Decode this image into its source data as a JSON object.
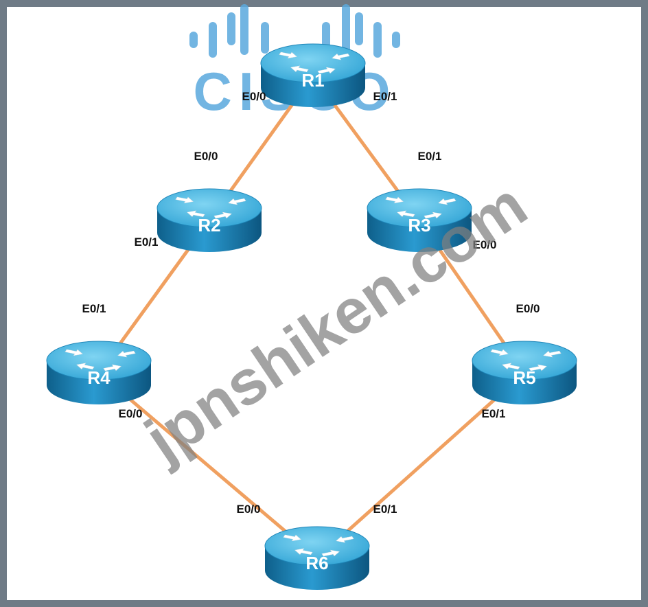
{
  "diagram": {
    "logo_text": "CISCO",
    "watermark_text": "jpnshiken.com",
    "colors": {
      "frame": "#6f7b86",
      "link": "#f0a060",
      "router_top": "#3fb4e0",
      "router_side": "#1a7fb0",
      "logo": "#5aa9dd",
      "watermark": "#7f7f7f"
    },
    "routers": [
      {
        "id": "r1",
        "name": "R1"
      },
      {
        "id": "r2",
        "name": "R2"
      },
      {
        "id": "r3",
        "name": "R3"
      },
      {
        "id": "r4",
        "name": "R4"
      },
      {
        "id": "r5",
        "name": "R5"
      },
      {
        "id": "r6",
        "name": "R6"
      }
    ],
    "links": [
      {
        "id": "r1-r2",
        "from": "R1",
        "to": "R2",
        "from_if": "E0/0",
        "to_if": "E0/0"
      },
      {
        "id": "r1-r3",
        "from": "R1",
        "to": "R3",
        "from_if": "E0/1",
        "to_if": "E0/1"
      },
      {
        "id": "r2-r4",
        "from": "R2",
        "to": "R4",
        "from_if": "E0/1",
        "to_if": "E0/1"
      },
      {
        "id": "r3-r5",
        "from": "R3",
        "to": "R5",
        "from_if": "E0/0",
        "to_if": "E0/0"
      },
      {
        "id": "r4-r6",
        "from": "R4",
        "to": "R6",
        "from_if": "E0/0",
        "to_if": "E0/0"
      },
      {
        "id": "r5-r6",
        "from": "R5",
        "to": "R6",
        "from_if": "E0/1",
        "to_if": "E0/1"
      }
    ]
  }
}
